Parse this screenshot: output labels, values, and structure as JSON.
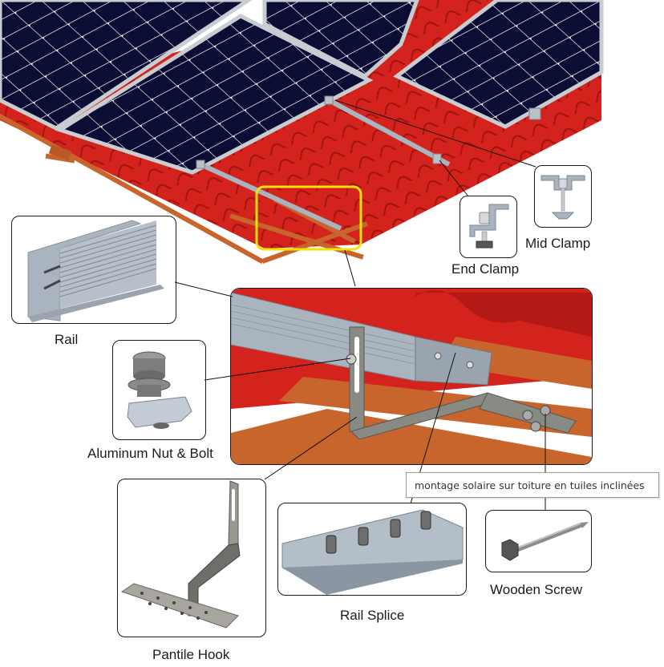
{
  "diagram": {
    "subject": "Pitched tile roof solar mounting system",
    "colors": {
      "panel": "#0b0d35",
      "panel_grid": "#ffffff",
      "frame": "#c9ccd0",
      "tile": "#d4221c",
      "tile_dark": "#9e1410",
      "batten": "#c8652c",
      "aluminum": "#a9b4bf",
      "steel": "#8a8a84",
      "highlight": "#f2e30a",
      "leader": "#111111"
    },
    "components": [
      {
        "id": "mid-clamp",
        "label": "Mid Clamp"
      },
      {
        "id": "end-clamp",
        "label": "End Clamp"
      },
      {
        "id": "rail",
        "label": "Rail"
      },
      {
        "id": "nut-bolt",
        "label": "Aluminum Nut & Bolt"
      },
      {
        "id": "pantile-hook",
        "label": "Pantile Hook"
      },
      {
        "id": "rail-splice",
        "label": "Rail Splice"
      },
      {
        "id": "wooden-screw",
        "label": "Wooden Screw"
      }
    ],
    "tooltip": "montage solaire sur toiture en tuiles inclinées"
  }
}
